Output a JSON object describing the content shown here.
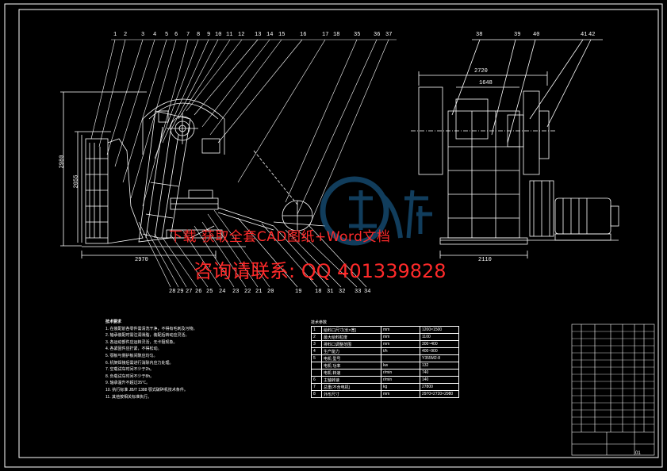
{
  "watermark": {
    "line1": "下载 获取全套CAD图纸+Word文档",
    "line2": "咨询请联系: QQ 401339828"
  },
  "dimensions": {
    "overall_length_left": "2970",
    "height_outer": "2980",
    "height_inner": "2055",
    "width_top_right": "2720",
    "width_sub_right": "1648",
    "width_bottom_right": "2110"
  },
  "balloons": {
    "top": [
      "1",
      "2",
      "3",
      "4",
      "5",
      "6",
      "7",
      "8",
      "9",
      "10",
      "11",
      "12",
      "13",
      "14",
      "15",
      "16",
      "17",
      "18",
      "35",
      "36",
      "37"
    ],
    "top_right": [
      "38",
      "39",
      "40",
      "41",
      "42"
    ],
    "bottom": [
      "28",
      "29",
      "27",
      "26",
      "25",
      "24",
      "23",
      "22",
      "21",
      "20",
      "19",
      "18",
      "31",
      "32",
      "33",
      "34"
    ]
  },
  "notes": {
    "title": "技术要求",
    "lines": [
      "1. 在装配前各零件需清洗干净，不得有毛刺及污物。",
      "2. 轴承装配时需注润滑脂，装配后转动应灵活。",
      "3. 各运动部件应运转灵活，无卡阻现象。",
      "4. 各紧固件应拧紧，不得松动。",
      "5. 颚板与侧护板间隙应均匀。",
      "6. 机架焊接后需进行消除内应力处理。",
      "7. 空载试车时间不少于2h。",
      "8. 负载试车时间不少于8h。",
      "9. 轴承温升不超过35℃。",
      "10. 执行标准 JB/T 1388 颚式破碎机技术条件。",
      "11. 其他按相关标准执行。"
    ]
  },
  "spec_table": {
    "title": "技术参数",
    "rows": [
      {
        "no": "1",
        "name": "给料口尺寸(长×宽)",
        "unit": "mm",
        "value": "1200×1500"
      },
      {
        "no": "2",
        "name": "最大给料粒度",
        "unit": "mm",
        "value": "1100"
      },
      {
        "no": "3",
        "name": "排料口调整范围",
        "unit": "mm",
        "value": "300~400"
      },
      {
        "no": "4",
        "name": "生产能力",
        "unit": "t/h",
        "value": "400~900"
      },
      {
        "no": "5",
        "name": "电机 型号",
        "unit": "",
        "value": "Y355M2-8"
      },
      {
        "no": "",
        "name": "电机 功率",
        "unit": "kw",
        "value": "132"
      },
      {
        "no": "",
        "name": "电机 转速",
        "unit": "r/min",
        "value": "740"
      },
      {
        "no": "6",
        "name": "主轴转速",
        "unit": "r/min",
        "value": "140"
      },
      {
        "no": "7",
        "name": "总重(不含电机)",
        "unit": "kg",
        "value": "27800"
      },
      {
        "no": "8",
        "name": "外形尺寸",
        "unit": "mm",
        "value": "2970×2720×2980"
      }
    ]
  },
  "title_block": {
    "drawing_no": "01"
  }
}
